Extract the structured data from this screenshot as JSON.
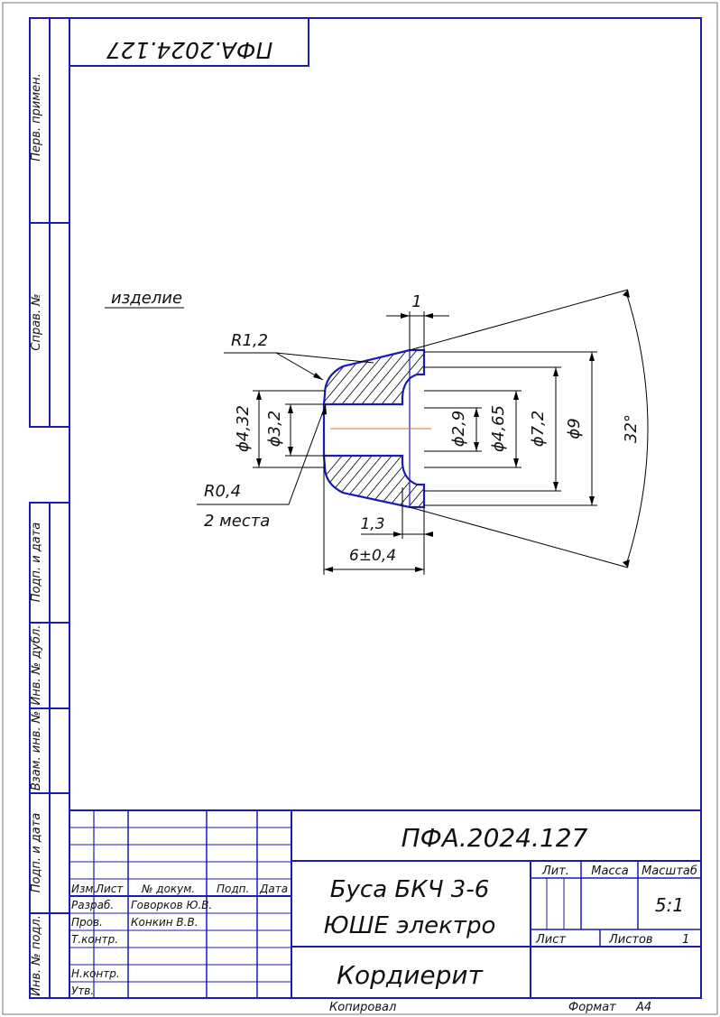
{
  "top_stamp": "ПФА.2024.127",
  "side_labels": {
    "perv_primen": "Перв. примен.",
    "sprav_no": "Справ. №",
    "podp_data_1": "Подп. и дата",
    "inv_dubl": "Инв. № дубл.",
    "vzam_inv": "Взам. инв. №",
    "podp_data_2": "Подп. и дата",
    "inv_podl": "Инв. № подл."
  },
  "drawing": {
    "note": "изделие",
    "r12": "R1,2",
    "r04": "R0,4",
    "places": "2 места",
    "d432": "ϕ4,32",
    "d32": "ϕ3,2",
    "d29": "ϕ2,9",
    "d465": "ϕ4,65",
    "d72": "ϕ7,2",
    "d9": "ϕ9",
    "angle": "32°",
    "dim1": "1",
    "dim13": "1,3",
    "dim6": "6±0,4"
  },
  "title_block": {
    "designation": "ПФА.2024.127",
    "name_line1": "Буса БКЧ 3-6",
    "name_line2": "ЮШЕ электро",
    "material": "Кордиерит",
    "headers": {
      "izm": "Изм.",
      "list": "Лист",
      "doc": "№ докум.",
      "podp": "Подп.",
      "data": "Дата",
      "lit": "Лит.",
      "massa": "Масса",
      "masshtab": "Масштаб"
    },
    "roles": {
      "razrab": "Разраб.",
      "prov": "Пров.",
      "tkontr": "Т.контр.",
      "nkontr": "Н.контр.",
      "utv": "Утв."
    },
    "names": {
      "razrab": "Говорков Ю.В.",
      "prov": "Конкин В.В."
    },
    "scale": "5:1",
    "sheet_label": "Лист",
    "sheets_label": "Листов",
    "sheets_count": "1"
  },
  "footer": {
    "copied": "Копировал",
    "format_label": "Формат",
    "format_value": "А4"
  }
}
